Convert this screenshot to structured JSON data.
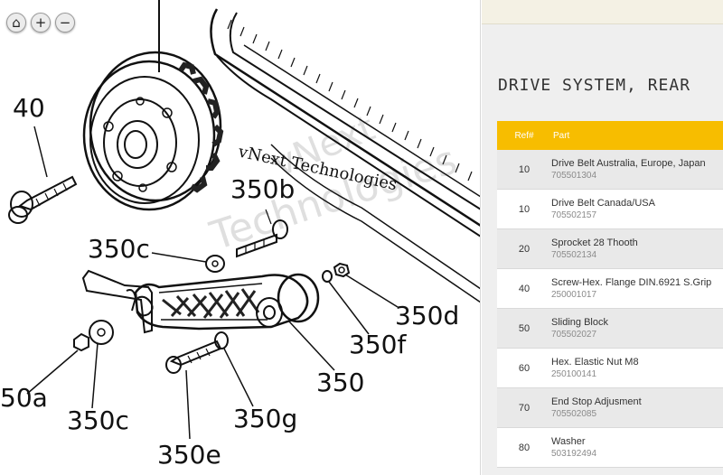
{
  "diagram": {
    "zoom_controls": [
      {
        "name": "home-icon",
        "glyph": "⌂"
      },
      {
        "name": "zoom-in-icon",
        "glyph": "+"
      },
      {
        "name": "zoom-out-icon",
        "glyph": "−"
      }
    ],
    "callouts": {
      "c40": "40",
      "c350b": "350b",
      "c350c_top": "350c",
      "c350d": "350d",
      "c350f": "350f",
      "c350": "350",
      "c50a": "50a",
      "c350c_bottom": "350c",
      "c350g": "350g",
      "c350e": "350e"
    },
    "watermark": {
      "line1": "vNext",
      "line2": "vNext Technologies",
      "line3": "Technologies"
    }
  },
  "parts": {
    "title": "DRIVE SYSTEM, REAR",
    "header": {
      "ref": "Ref#",
      "part": "Part"
    },
    "rows": [
      {
        "ref": "10",
        "name": "Drive Belt Australia, Europe, Japan",
        "number": "705501304"
      },
      {
        "ref": "10",
        "name": "Drive Belt Canada/USA",
        "number": "705502157"
      },
      {
        "ref": "20",
        "name": "Sprocket 28 Thooth",
        "number": "705502134"
      },
      {
        "ref": "40",
        "name": "Screw-Hex. Flange DIN.6921 S.Grip",
        "number": "250001017"
      },
      {
        "ref": "50",
        "name": "Sliding Block",
        "number": "705502027"
      },
      {
        "ref": "60",
        "name": "Hex. Elastic Nut M8",
        "number": "250100141"
      },
      {
        "ref": "70",
        "name": "End Stop Adjusment",
        "number": "705502085"
      },
      {
        "ref": "80",
        "name": "Washer",
        "number": "503192494"
      }
    ]
  },
  "colors": {
    "header_bg": "#f7bd00",
    "row_odd": "#e9e9e9",
    "row_even": "#ffffff"
  }
}
